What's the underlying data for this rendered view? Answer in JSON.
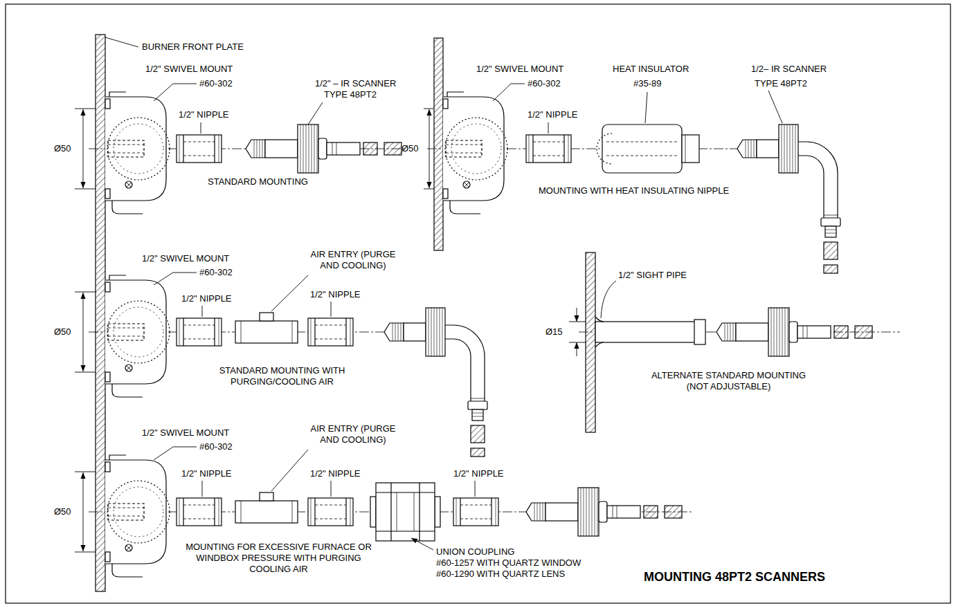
{
  "diagram": {
    "title": "MOUNTING 48PT2 SCANNERS",
    "labels": [
      "BURNER FRONT PLATE",
      "1/2\" SWIVEL MOUNT",
      "#60-302",
      "1/2\" NIPPLE",
      "1/2\" – IR SCANNER",
      "TYPE 48PT2",
      "Ø50",
      "STANDARD MOUNTING",
      "1/2\" SWIVEL MOUNT",
      "#60-302",
      "HEAT INSULATOR",
      "#35-89",
      "1/2– IR SCANNER",
      "TYPE 48PT2",
      "1/2\" NIPPLE",
      "Ø50",
      "MOUNTING WITH HEAT INSULATING NIPPLE",
      "1/2\" SWIVEL MOUNT",
      "#60-302",
      "AIR ENTRY (PURGE AND COOLING)",
      "1/2\" NIPPLE",
      "1/2\" NIPPLE",
      "Ø50",
      "STANDARD MOUNTING WITH PURGING/COOLING AIR",
      "1/2\" SIGHT PIPE",
      "Ø15",
      "ALTERNATE STANDARD MOUNTING (NOT ADJUSTABLE)",
      "1/2\" SWIVEL MOUNT",
      "#60-302",
      "AIR ENTRY (PURGE AND COOLING)",
      "1/2\" NIPPLE",
      "1/2\" NIPPLE",
      "1/2\" NIPPLE",
      "Ø50",
      "MOUNTING FOR EXCESSIVE FURNACE OR WINDBOX PRESSURE WITH PURGING COOLING AIR",
      "UNION COUPLING",
      "#60-1257 WITH QUARTZ WINDOW",
      "#60-1290 WITH QUARTZ LENS"
    ]
  }
}
